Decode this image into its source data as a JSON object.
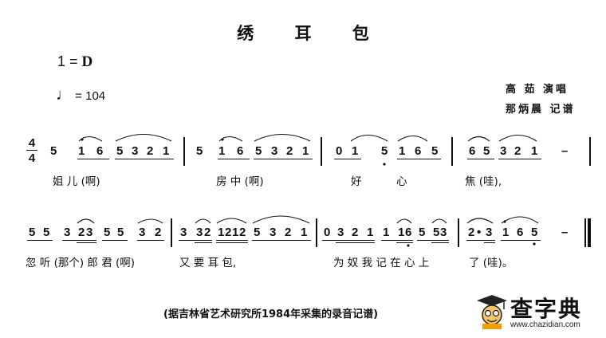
{
  "header": {
    "title": "绣 耳 包",
    "key_prefix": "1 =",
    "key_note": "D",
    "tempo_symbol": "♩",
    "tempo_value": "= 104",
    "singer": "高 茹 演唱",
    "transcriber": "那炳晨 记谱"
  },
  "time_signature": {
    "top": "4",
    "bottom": "4"
  },
  "system1": {
    "notes": [
      "5",
      "1",
      "6",
      "5",
      "3",
      "2",
      "1",
      "5",
      "1",
      "6",
      "5",
      "3",
      "2",
      "1",
      "0",
      "1",
      "5",
      "1",
      "6",
      "5",
      "6",
      "5",
      "3",
      "2",
      "1",
      "–"
    ],
    "lyrics": [
      "姐 儿 (啊)",
      "房 中 (啊)",
      "好",
      "心",
      "焦 (哇),"
    ]
  },
  "system2": {
    "notes": [
      "5",
      "5",
      "3",
      "2",
      "3",
      "5",
      "5",
      "3",
      "2",
      "3",
      "3",
      "2",
      "1",
      "2",
      "1",
      "2",
      "5",
      "3",
      "2",
      "1",
      "0",
      "3",
      "2",
      "1",
      "1",
      "1",
      "6",
      "5",
      "5",
      "3",
      "2",
      "•",
      "3",
      "1",
      "6",
      "5",
      "–"
    ],
    "lyrics": [
      "忽 听 (那个) 郎 君 (啊)",
      "又 要 耳 包,",
      "为 奴 我 记 在 心 上",
      "了 (哇)。"
    ]
  },
  "footnote": "(据吉林省艺术研究所1984年采集的录音记谱)",
  "watermark": {
    "name": "查字典",
    "url": "www.chazidian.com"
  },
  "colors": {
    "ink": "#111111",
    "background": "#ffffff",
    "logo_accent": "#f0a000"
  }
}
